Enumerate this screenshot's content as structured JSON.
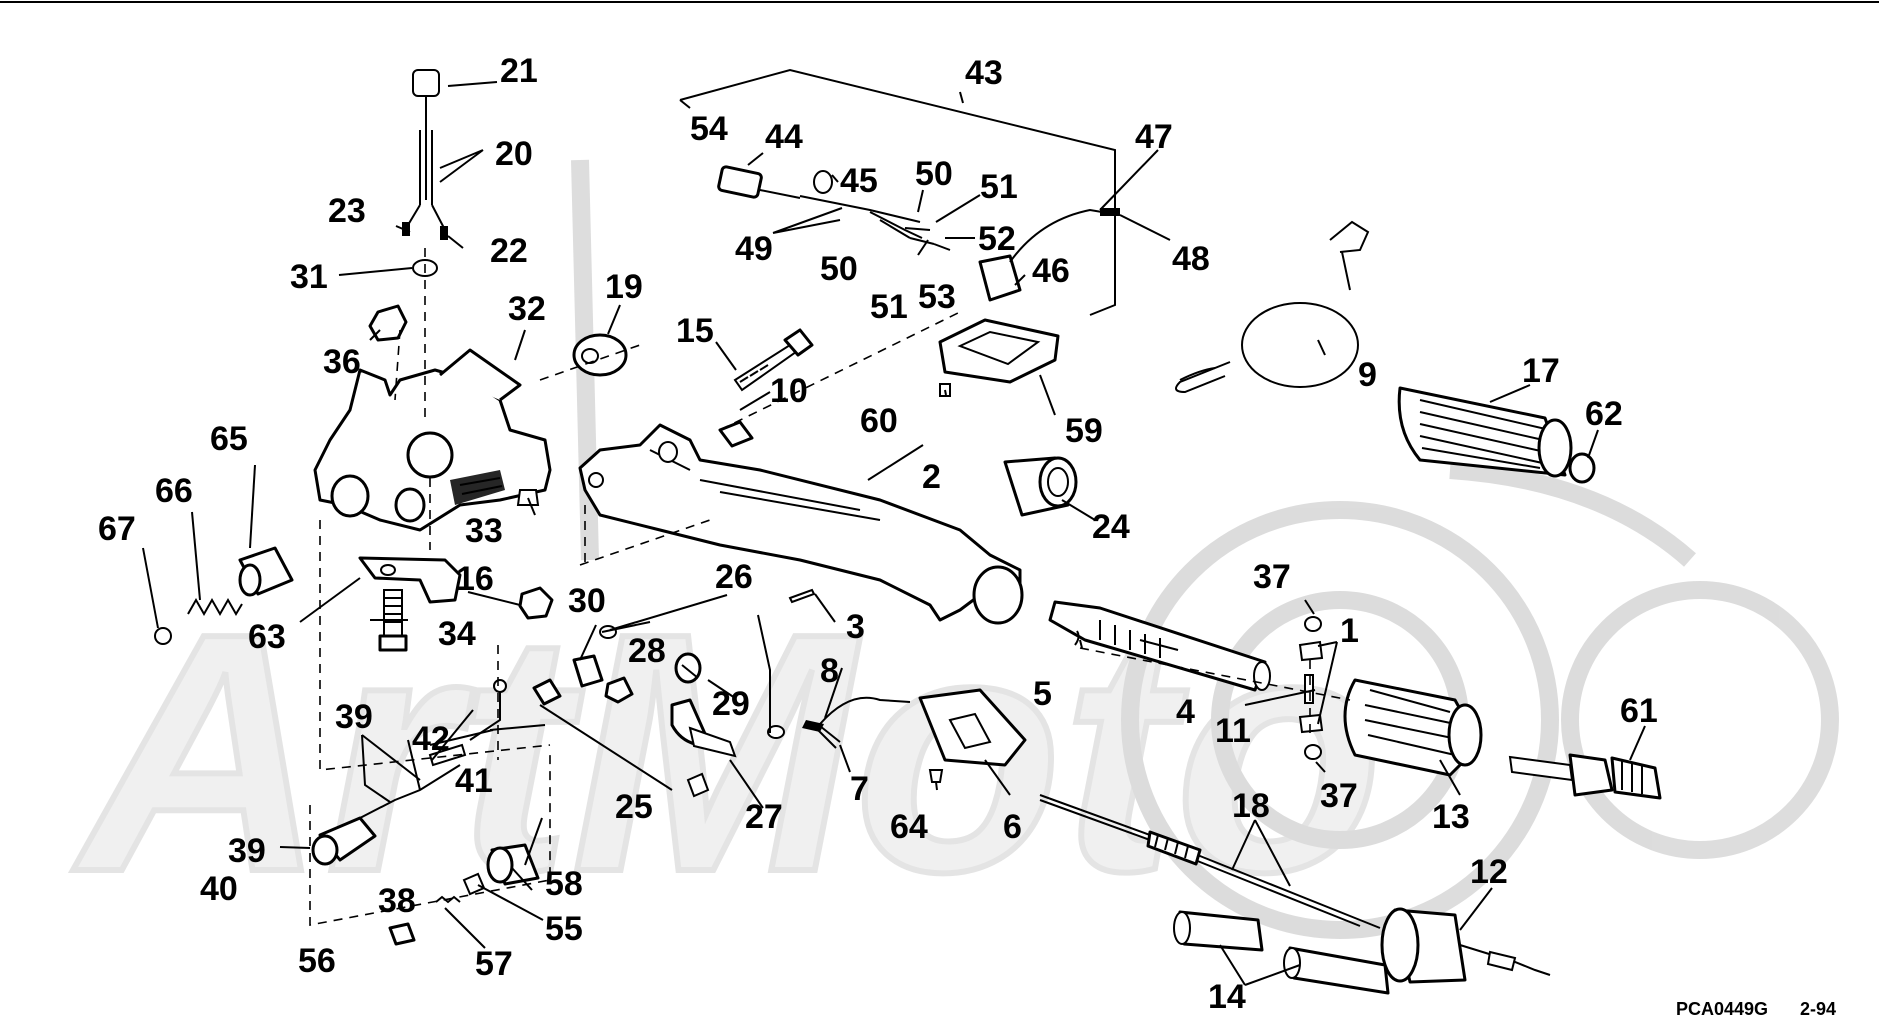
{
  "callouts": [
    "1",
    "2",
    "3",
    "4",
    "5",
    "6",
    "7",
    "8",
    "9",
    "10",
    "11",
    "12",
    "13",
    "14",
    "15",
    "16",
    "17",
    "18",
    "19",
    "20",
    "21",
    "22",
    "23",
    "24",
    "25",
    "26",
    "27",
    "28",
    "29",
    "30",
    "31",
    "32",
    "33",
    "34",
    "36",
    "37",
    "38",
    "39",
    "40",
    "41",
    "42",
    "43",
    "44",
    "45",
    "46",
    "47",
    "48",
    "49",
    "50",
    "51",
    "52",
    "53",
    "54",
    "55",
    "56",
    "57",
    "58",
    "59",
    "60",
    "61",
    "62",
    "63",
    "64",
    "65",
    "66",
    "67"
  ],
  "footer": {
    "code": "PCA0449G",
    "date": "2-94"
  },
  "watermark": "ArtMoto"
}
